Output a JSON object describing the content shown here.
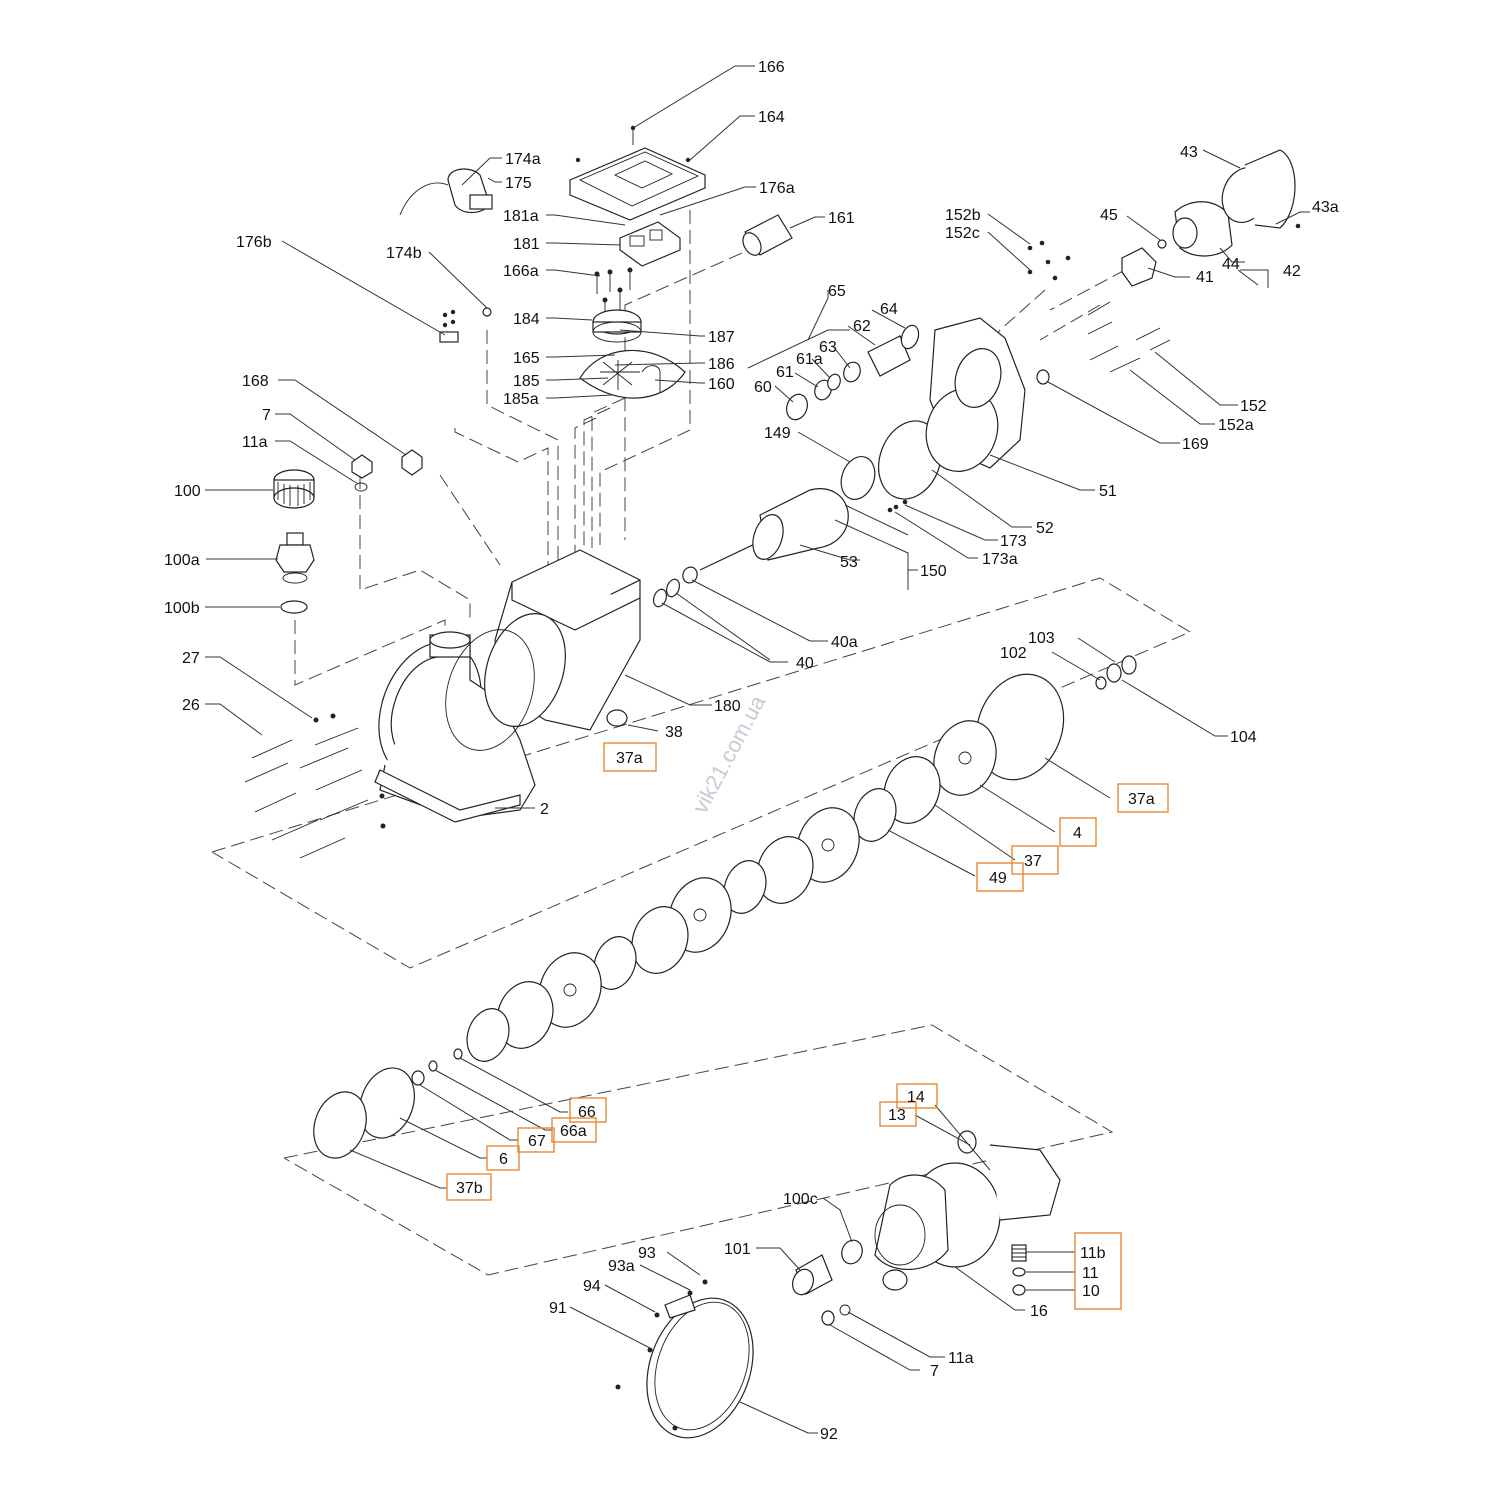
{
  "watermark": "vik21.com.ua",
  "colors": {
    "highlight": "#e8883a",
    "line": "#222222"
  },
  "labels": {
    "l166": "166",
    "l164": "164",
    "l174a": "174a",
    "l175": "175",
    "l176a": "176a",
    "l181a": "181a",
    "l161": "161",
    "l181": "181",
    "l176b": "176b",
    "l174b": "174b",
    "l166a": "166a",
    "l184": "184",
    "l187": "187",
    "l165": "165",
    "l186": "186",
    "l185": "185",
    "l160": "160",
    "l185a": "185a",
    "l168": "168",
    "l7": "7",
    "l11a": "11a",
    "l100": "100",
    "l100a": "100a",
    "l100b": "100b",
    "l27": "27",
    "l26": "26",
    "l2": "2",
    "l38": "38",
    "l180": "180",
    "l40": "40",
    "l40a": "40a",
    "l53": "53",
    "l150": "150",
    "l173": "173",
    "l173a": "173a",
    "l52": "52",
    "l51": "51",
    "l149": "149",
    "l60": "60",
    "l61": "61",
    "l61a": "61a",
    "l63": "63",
    "l62": "62",
    "l64": "64",
    "l65": "65",
    "l152b": "152b",
    "l152c": "152c",
    "l45": "45",
    "l43": "43",
    "l43a": "43a",
    "l44": "44",
    "l41": "41",
    "l42": "42",
    "l152": "152",
    "l152a": "152a",
    "l169": "169",
    "l103": "103",
    "l102": "102",
    "l104": "104",
    "l6": "6",
    "l67": "67",
    "l66a": "66a",
    "l100c": "100c",
    "l101": "101",
    "l93": "93",
    "l93a": "93a",
    "l94": "94",
    "l91": "91",
    "l92": "92",
    "l16": "16",
    "l11a_b": "11a",
    "l7_b": "7"
  },
  "boxed_labels": {
    "b37a_1": "37a",
    "b37a_2": "37a",
    "b4": "4",
    "b37": "37",
    "b49": "49",
    "b66": "66",
    "b66a": "66a",
    "b67": "67",
    "b6": "6",
    "b37b": "37b",
    "b14": "14",
    "b13": "13",
    "b11b": "11b",
    "b11": "11",
    "b10": "10"
  }
}
